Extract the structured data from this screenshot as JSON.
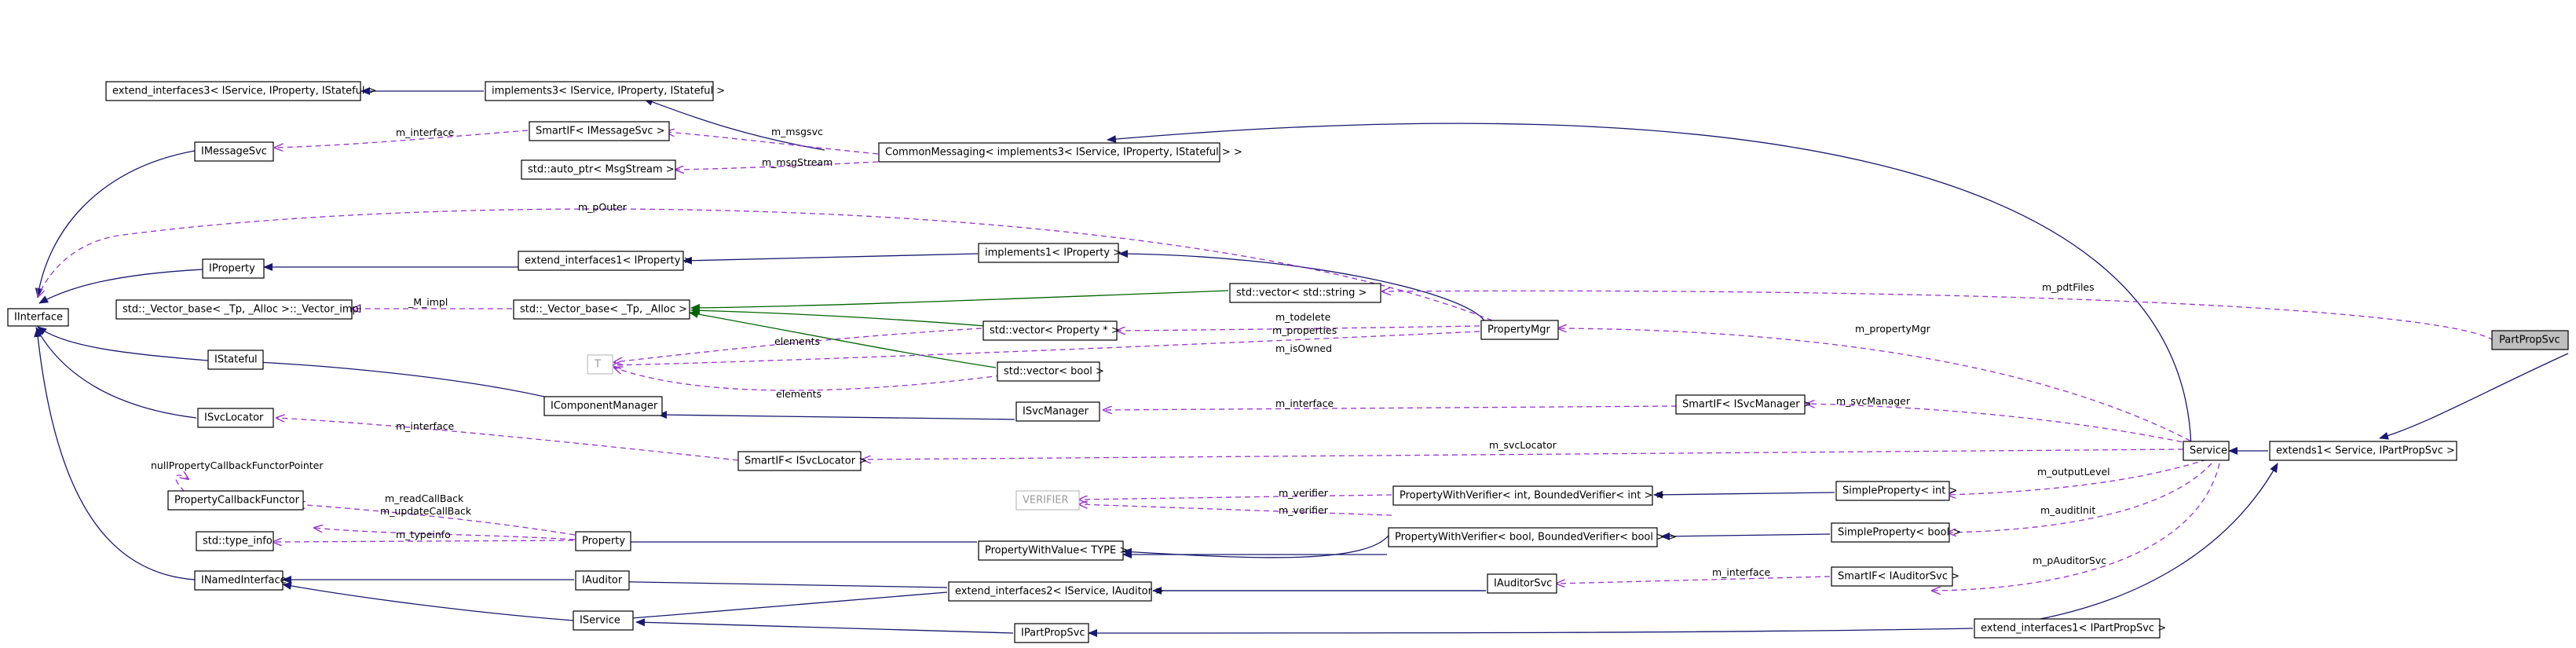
{
  "nodes": {
    "iinterface": "IInterface",
    "ext_interfaces3": "extend_interfaces3< IService, IProperty, IStateful >",
    "implements3": "implements3< IService, IProperty, IStateful >",
    "smartif_imessagesvc": "SmartIF< IMessageSvc >",
    "imessagesvc": "IMessageSvc",
    "commonmessaging": "CommonMessaging< implements3< IService, IProperty, IStateful > >",
    "auto_ptr_msgstream": "std::auto_ptr< MsgStream >",
    "iproperty": "IProperty",
    "ext_interfaces1_iproperty": "extend_interfaces1< IProperty >",
    "implements1_iproperty": "implements1< IProperty >",
    "vector_impl": "std::_Vector_base< _Tp, _Alloc >::_Vector_impl",
    "vector_base": "std::_Vector_base< _Tp, _Alloc >",
    "vector_string": "std::vector< std::string >",
    "vector_property": "std::vector< Property * >",
    "propertymgr": "PropertyMgr",
    "t": "T",
    "vector_bool": "std::vector< bool >",
    "istateful": "IStateful",
    "icomponentmanager": "IComponentManager",
    "isvclocator": "ISvcLocator",
    "isvcmanager": "ISvcManager",
    "smartif_isvcmanager": "SmartIF< ISvcManager >",
    "smartif_isvclocator": "SmartIF< ISvcLocator >",
    "service": "Service",
    "extends1": "extends1< Service, IPartPropSvc >",
    "partpropsvc": "PartPropSvc",
    "propertycallbackfunctor": "PropertyCallbackFunctor",
    "verifier": "VERIFIER",
    "pwv_int": "PropertyWithVerifier< int, BoundedVerifier< int > >",
    "simpleproperty_int": "SimpleProperty< int >",
    "typeinfo": "std::type_info",
    "property": "Property",
    "pwvalue": "PropertyWithValue< TYPE >",
    "pwv_bool": "PropertyWithVerifier< bool, BoundedVerifier< bool > >",
    "simpleproperty_bool": "SimpleProperty< bool >",
    "inamedinterface": "INamedInterface",
    "iauditor": "IAuditor",
    "ext_interfaces2": "extend_interfaces2< IService, IAuditor >",
    "iauditorsvc": "IAuditorSvc",
    "smartif_iauditorsvc": "SmartIF< IAuditorSvc >",
    "iservice": "IService",
    "ipartpropsvc": "IPartPropSvc",
    "ext_interfaces1_ipartpropsvc": "extend_interfaces1< IPartPropSvc >"
  },
  "edge_labels": {
    "m_interface_msg": "m_interface",
    "m_msgsvc": "m_msgsvc",
    "m_msgstream": "m_msgStream",
    "m_pouter": "m_pOuter",
    "m_impl": "_M_impl",
    "m_pdtfiles": "m_pdtFiles",
    "m_todelete": "m_todelete",
    "m_properties": "m_properties",
    "m_isowned": "m_isOwned",
    "elements_1": "elements",
    "elements_2": "elements",
    "m_propertymgr": "m_propertyMgr",
    "m_interface_svcmgr": "m_interface",
    "m_svcmanager": "m_svcManager",
    "m_interface_loc": "m_interface",
    "m_svclocator": "m_svcLocator",
    "nullpropertycallbackfunctorpointer": "nullPropertyCallbackFunctorPointer",
    "m_readcallback": "m_readCallBack",
    "m_updatecallback": "m_updateCallBack",
    "m_typeinfo": "m_typeinfo",
    "m_verifier_1": "m_verifier",
    "m_verifier_2": "m_verifier",
    "m_outputlevel": "m_outputLevel",
    "m_auditinit": "m_auditInit",
    "m_interface_aud": "m_interface",
    "m_pauditorsvc": "m_pAuditorSvc"
  },
  "colors": {
    "inheritance_edge": "#191970",
    "template_edge": "#006400",
    "usage_edge": "#9a32cd",
    "focus_fill": "#bfbfbf"
  }
}
